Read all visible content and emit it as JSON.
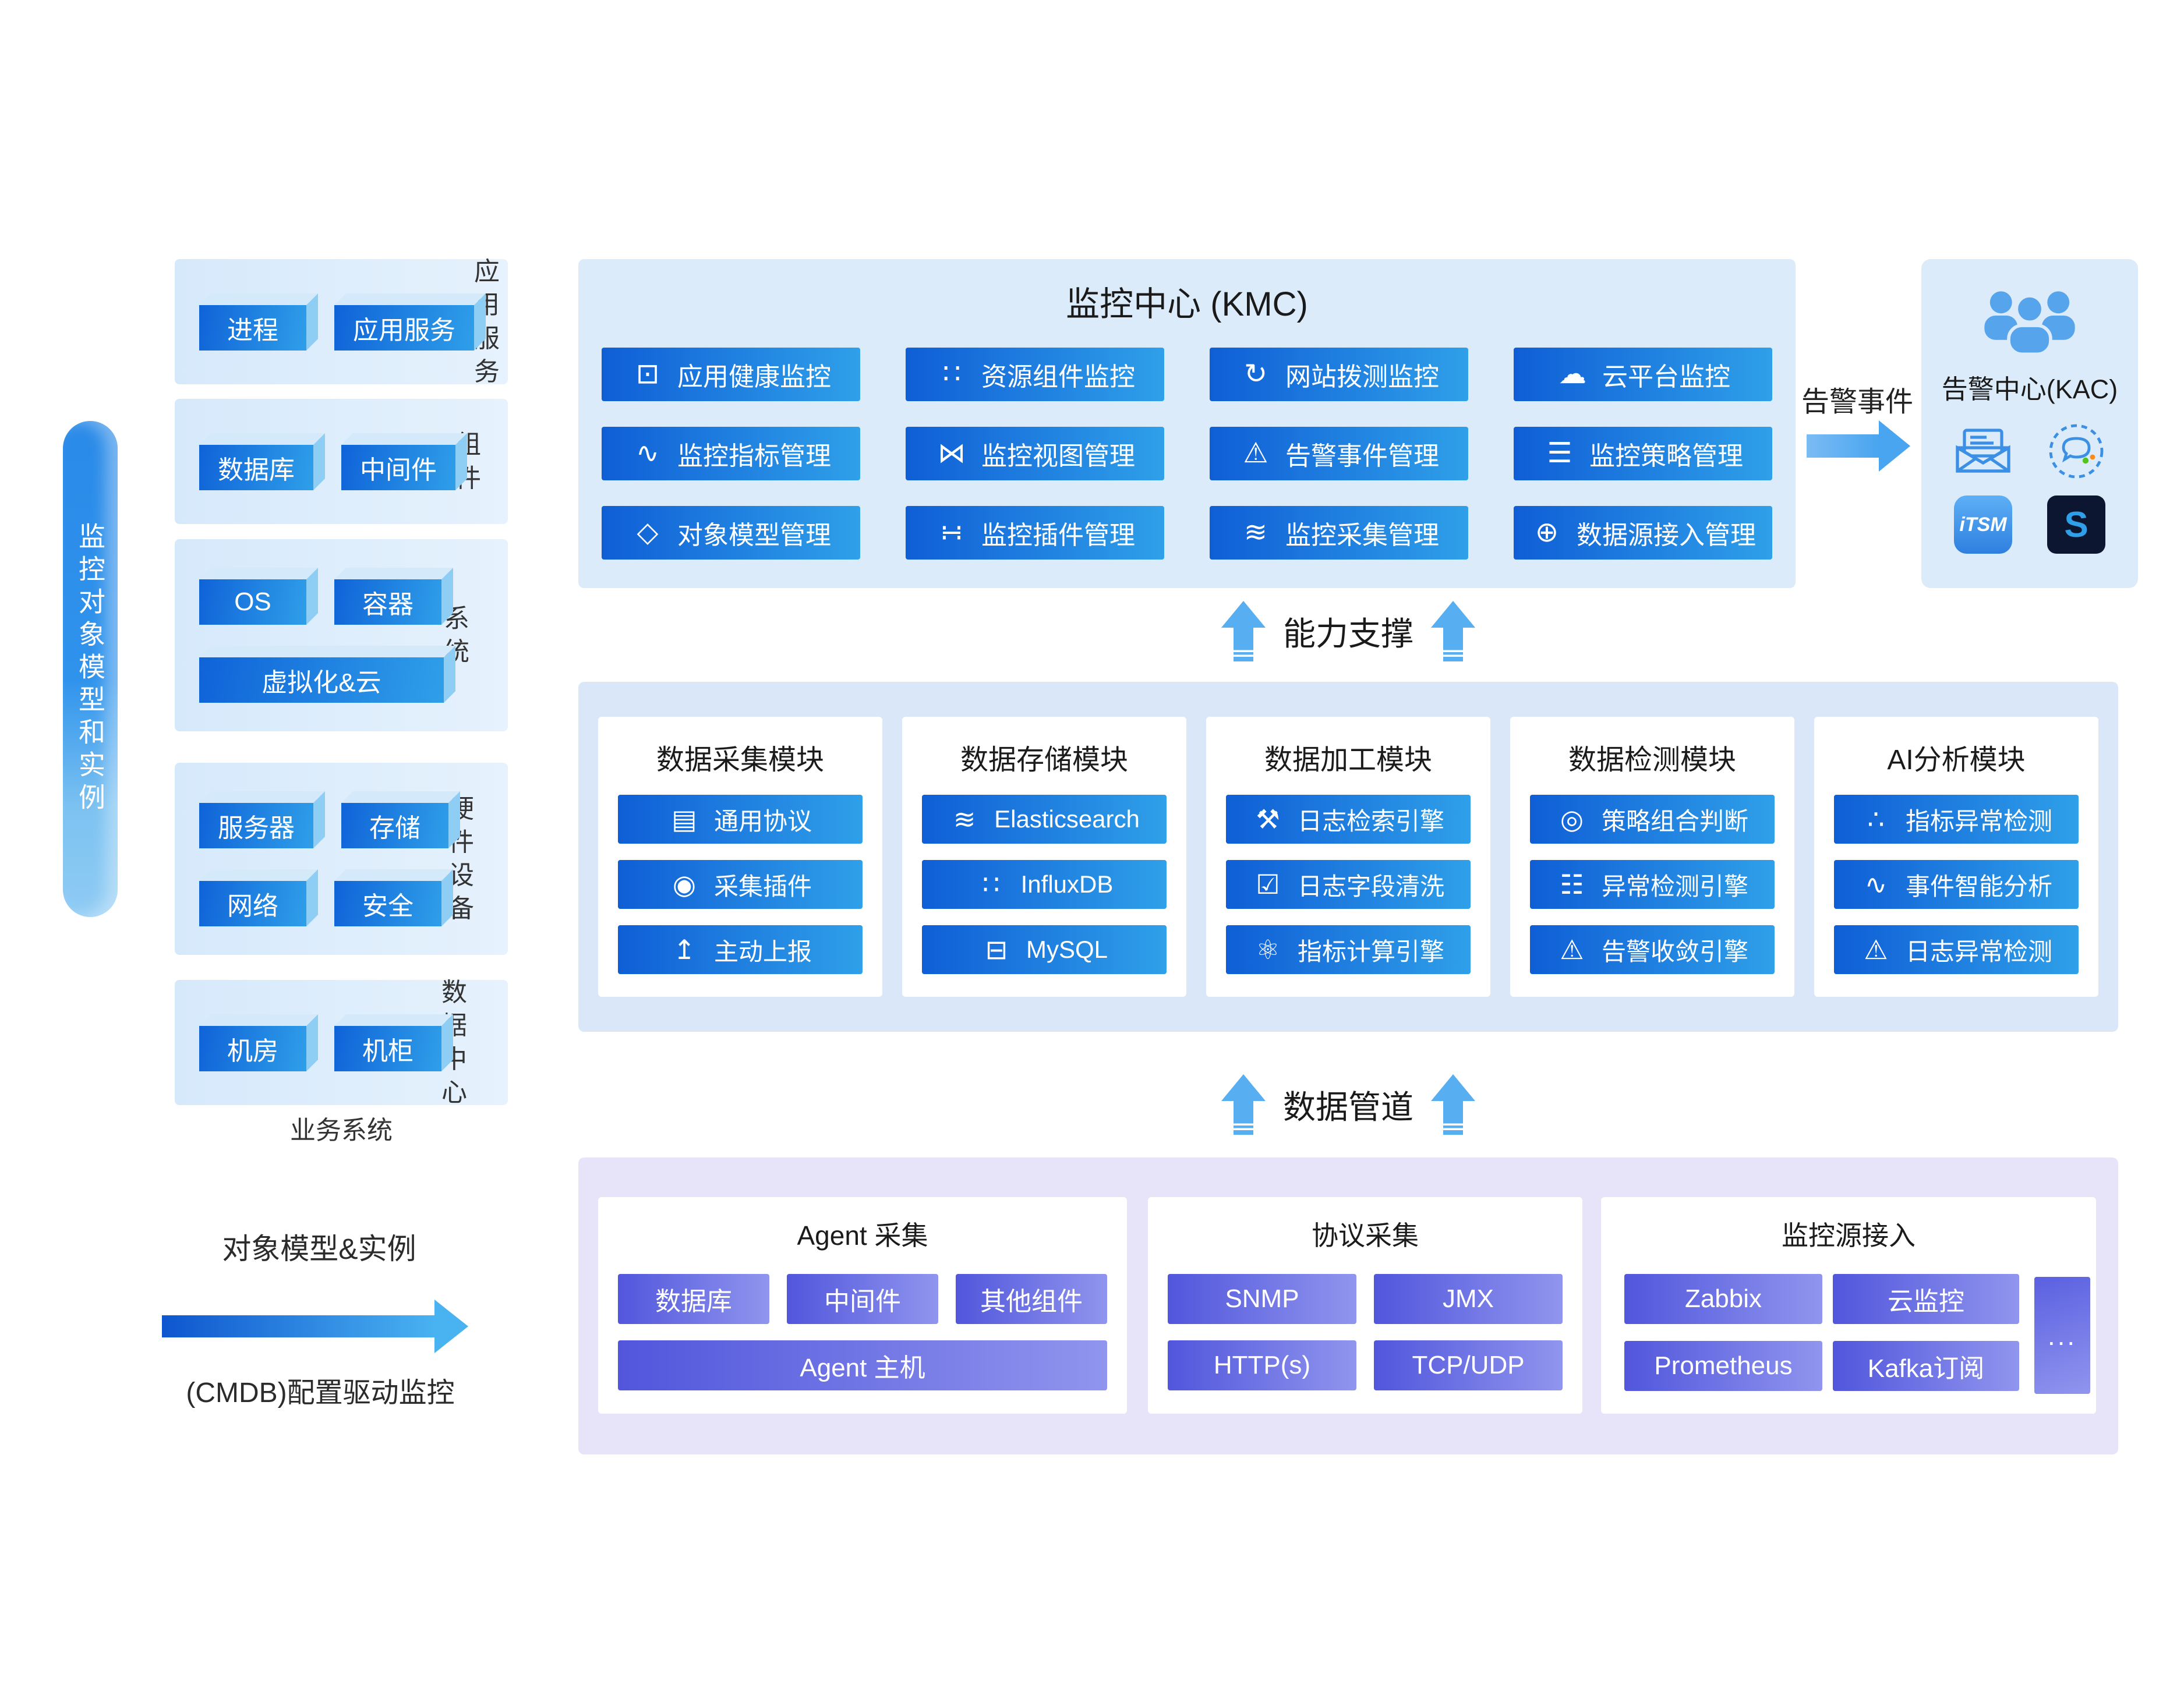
{
  "left": {
    "band_label": "监控对象模型和实例",
    "groups": [
      {
        "label_lines": [
          "应用",
          "服务"
        ],
        "rows": [
          [
            "进程",
            "应用服务"
          ]
        ]
      },
      {
        "label_lines": [
          "组件"
        ],
        "rows": [
          [
            "数据库",
            "中间件"
          ]
        ]
      },
      {
        "label_lines": [
          "系统"
        ],
        "rows": [
          [
            "OS",
            "容器"
          ],
          [
            "虚拟化&云"
          ]
        ]
      },
      {
        "label_lines": [
          "硬件",
          "设备"
        ],
        "rows": [
          [
            "服务器",
            "存储"
          ],
          [
            "网络",
            "安全"
          ]
        ]
      },
      {
        "label_lines": [
          "数据",
          "中心"
        ],
        "rows": [
          [
            "机房",
            "机柜"
          ]
        ]
      }
    ],
    "footer": "业务系统"
  },
  "kmc": {
    "title": "监控中心 (KMC)",
    "buttons": [
      {
        "icon": "app-health-icon",
        "glyph": "⊡",
        "label": "应用健康监控"
      },
      {
        "icon": "resource-component-icon",
        "glyph": "∷",
        "label": "资源组件监控"
      },
      {
        "icon": "website-probe-icon",
        "glyph": "↻",
        "label": "网站拨测监控"
      },
      {
        "icon": "cloud-platform-icon",
        "glyph": "☁",
        "label": "云平台监控"
      },
      {
        "icon": "metric-mgmt-icon",
        "glyph": "∿",
        "label": "监控指标管理"
      },
      {
        "icon": "view-mgmt-icon",
        "glyph": "⋈",
        "label": "监控视图管理"
      },
      {
        "icon": "alert-event-mgmt-icon",
        "glyph": "⚠",
        "label": "告警事件管理"
      },
      {
        "icon": "policy-mgmt-icon",
        "glyph": "☰",
        "label": "监控策略管理"
      },
      {
        "icon": "object-model-icon",
        "glyph": "◇",
        "label": "对象模型管理"
      },
      {
        "icon": "plugin-mgmt-icon",
        "glyph": "∺",
        "label": "监控插件管理"
      },
      {
        "icon": "collect-mgmt-icon",
        "glyph": "≋",
        "label": "监控采集管理"
      },
      {
        "icon": "datasource-access-icon",
        "glyph": "⊕",
        "label": "数据源接入管理"
      }
    ]
  },
  "ability_support": "能力支撑",
  "data_pipeline": "数据管道",
  "alert_event_label": "告警事件",
  "kac": {
    "title": "告警中心(KAC)",
    "itsm_label": "iTSM",
    "s_label": "S"
  },
  "modules": [
    {
      "title": "数据采集模块",
      "items": [
        {
          "icon": "protocol-icon",
          "glyph": "▤",
          "label": "通用协议"
        },
        {
          "icon": "collector-plugin-icon",
          "glyph": "◉",
          "label": "采集插件"
        },
        {
          "icon": "active-report-icon",
          "glyph": "↥",
          "label": "主动上报"
        }
      ]
    },
    {
      "title": "数据存储模块",
      "items": [
        {
          "icon": "elasticsearch-icon",
          "glyph": "≋",
          "label": "Elasticsearch"
        },
        {
          "icon": "influxdb-icon",
          "glyph": "∷",
          "label": "InfluxDB"
        },
        {
          "icon": "mysql-icon",
          "glyph": "⊟",
          "label": "MySQL"
        }
      ]
    },
    {
      "title": "数据加工模块",
      "items": [
        {
          "icon": "log-search-engine-icon",
          "glyph": "⚒",
          "label": "日志检索引擎"
        },
        {
          "icon": "log-field-clean-icon",
          "glyph": "☑",
          "label": "日志字段清洗"
        },
        {
          "icon": "metric-calc-engine-icon",
          "glyph": "⚛",
          "label": "指标计算引擎"
        }
      ]
    },
    {
      "title": "数据检测模块",
      "items": [
        {
          "icon": "policy-combine-icon",
          "glyph": "◎",
          "label": "策略组合判断"
        },
        {
          "icon": "anomaly-detect-engine-icon",
          "glyph": "☷",
          "label": "异常检测引擎"
        },
        {
          "icon": "alert-converge-engine-icon",
          "glyph": "⚠",
          "label": "告警收敛引擎"
        }
      ]
    },
    {
      "title": "AI分析模块",
      "items": [
        {
          "icon": "metric-anomaly-icon",
          "glyph": "∴",
          "label": "指标异常检测"
        },
        {
          "icon": "event-ai-analysis-icon",
          "glyph": "∿",
          "label": "事件智能分析"
        },
        {
          "icon": "log-anomaly-icon",
          "glyph": "⚠",
          "label": "日志异常检测"
        }
      ]
    }
  ],
  "bottom": {
    "agent": {
      "title": "Agent 采集",
      "row1": [
        "数据库",
        "中间件",
        "其他组件"
      ],
      "row2": "Agent 主机"
    },
    "protocol": {
      "title": "协议采集",
      "row1": [
        "SNMP",
        "JMX"
      ],
      "row2": [
        "HTTP(s)",
        "TCP/UDP"
      ]
    },
    "sources": {
      "title": "监控源接入",
      "row1": [
        "Zabbix",
        "云监控"
      ],
      "row2": [
        "Prometheus",
        "Kafka订阅"
      ],
      "more": "..."
    }
  },
  "cmdb": {
    "line1": "对象模型&实例",
    "line2": "(CMDB)配置驱动监控"
  },
  "colors": {
    "accent": "#1565dd",
    "arrow": "#57aff1",
    "purple": "#5156dc"
  }
}
